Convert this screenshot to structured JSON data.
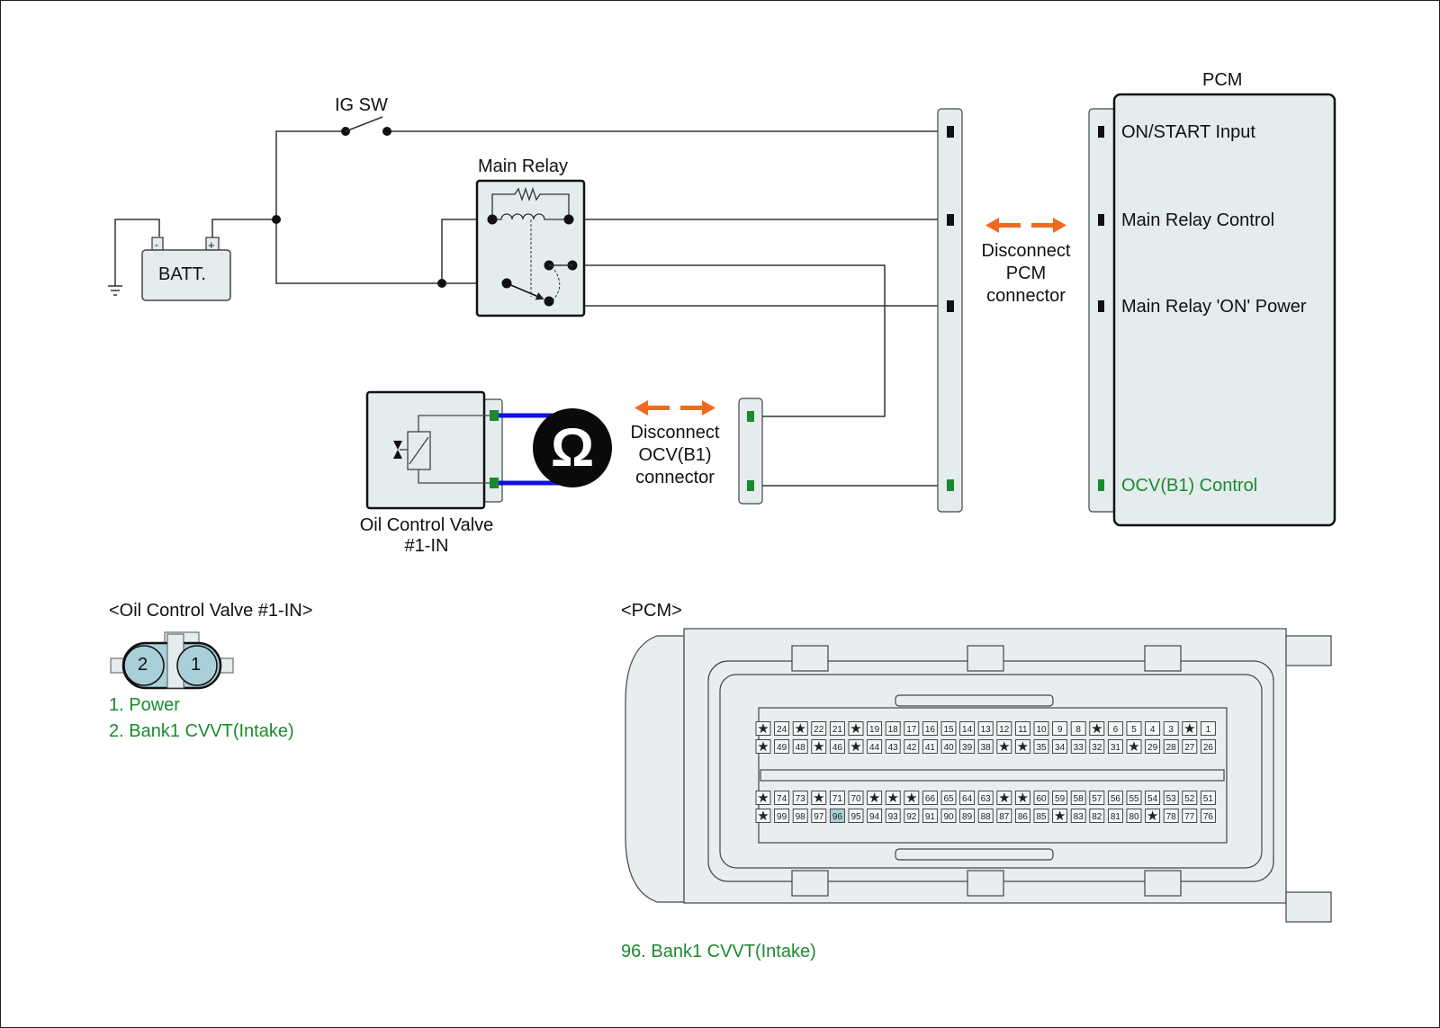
{
  "schematic": {
    "ig_sw_label": "IG SW",
    "battery_label": "BATT.",
    "battery_minus": "-",
    "battery_plus": "+",
    "main_relay_label": "Main Relay",
    "ocv_component_label_line1": "Oil Control Valve",
    "ocv_component_label_line2": "#1-IN",
    "ohmmeter_symbol": "Ω",
    "disconnect_ocv": {
      "line1": "Disconnect",
      "line2": "OCV(B1)",
      "line3": "connector"
    },
    "disconnect_pcm": {
      "line1": "Disconnect",
      "line2": "PCM",
      "line3": "connector"
    },
    "pcm_title": "PCM",
    "pcm_terminals": [
      {
        "label": "ON/START Input",
        "color": "#111111"
      },
      {
        "label": "Main Relay Control",
        "color": "#111111"
      },
      {
        "label": "Main Relay 'ON' Power",
        "color": "#111111"
      },
      {
        "label": "OCV(B1) Control",
        "color": "#1b8a2e"
      }
    ],
    "colors": {
      "wire": "#333333",
      "meter_lead": "#1010e0",
      "arrow": "#f06a1e",
      "green_pin": "#1b8a2e",
      "component_fill": "#e4ecee"
    }
  },
  "ocv_connector": {
    "title": "<Oil Control Valve #1-IN>",
    "pins": [
      "2",
      "1"
    ],
    "legend": [
      "1. Power",
      "2. Bank1 CVVT(Intake)"
    ]
  },
  "pcm_connector": {
    "title": "<PCM>",
    "highlighted_pin": "96",
    "legend": "96. Bank1 CVVT(Intake)",
    "rows": [
      [
        "*",
        "24",
        "*",
        "22",
        "21",
        "*",
        "19",
        "18",
        "17",
        "16",
        "15",
        "14",
        "13",
        "12",
        "11",
        "10",
        "9",
        "8",
        "*",
        "6",
        "5",
        "4",
        "3",
        "*",
        "1"
      ],
      [
        "*",
        "49",
        "48",
        "*",
        "46",
        "*",
        "44",
        "43",
        "42",
        "41",
        "40",
        "39",
        "38",
        "*",
        "*",
        "35",
        "34",
        "33",
        "32",
        "31",
        "*",
        "29",
        "28",
        "27",
        "26"
      ],
      [
        "*",
        "74",
        "73",
        "*",
        "71",
        "70",
        "*",
        "*",
        "*",
        "66",
        "65",
        "64",
        "63",
        "*",
        "*",
        "60",
        "59",
        "58",
        "57",
        "56",
        "55",
        "54",
        "53",
        "52",
        "51"
      ],
      [
        "*",
        "99",
        "98",
        "97",
        "96",
        "95",
        "94",
        "93",
        "92",
        "91",
        "90",
        "89",
        "88",
        "87",
        "86",
        "85",
        "*",
        "83",
        "82",
        "81",
        "80",
        "*",
        "78",
        "77",
        "76"
      ]
    ]
  }
}
